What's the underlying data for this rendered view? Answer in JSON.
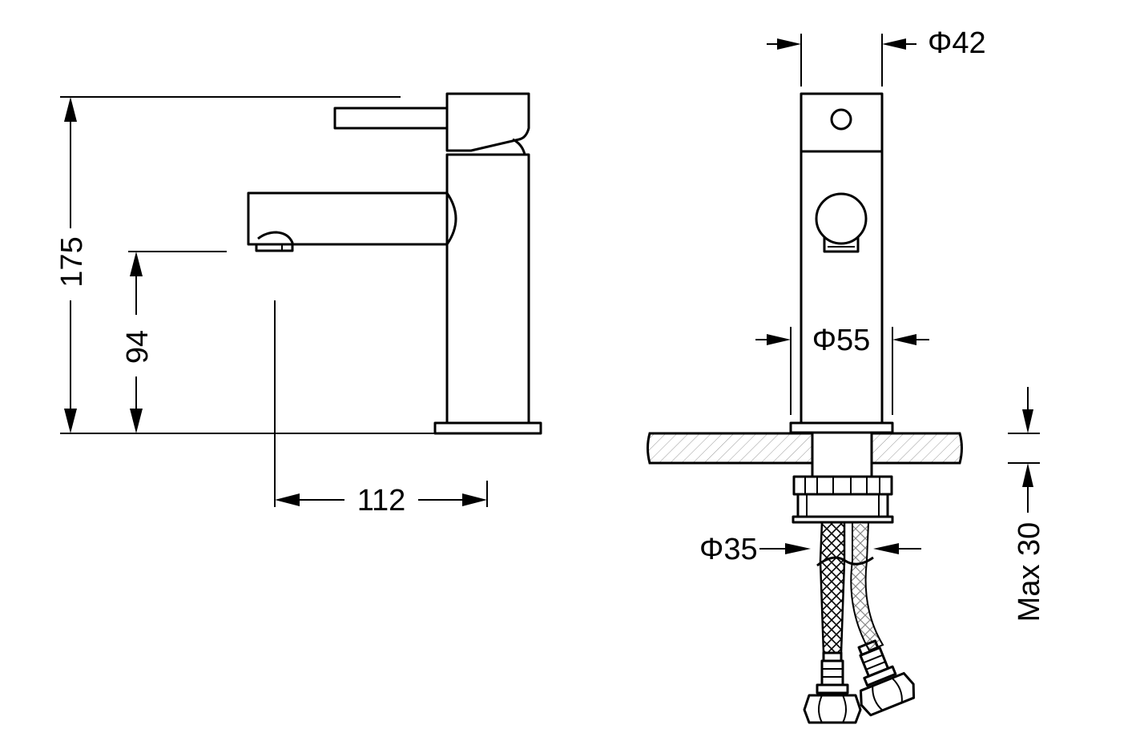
{
  "side_view": {
    "height_total": "175",
    "spout_height": "94",
    "spout_reach": "112"
  },
  "front_view": {
    "handle_diameter": "Φ42",
    "body_diameter": "Φ55",
    "shank_diameter": "Φ35",
    "max_deck_thickness": "Max 30"
  },
  "colors": {
    "line": "#000000",
    "background": "#ffffff"
  }
}
